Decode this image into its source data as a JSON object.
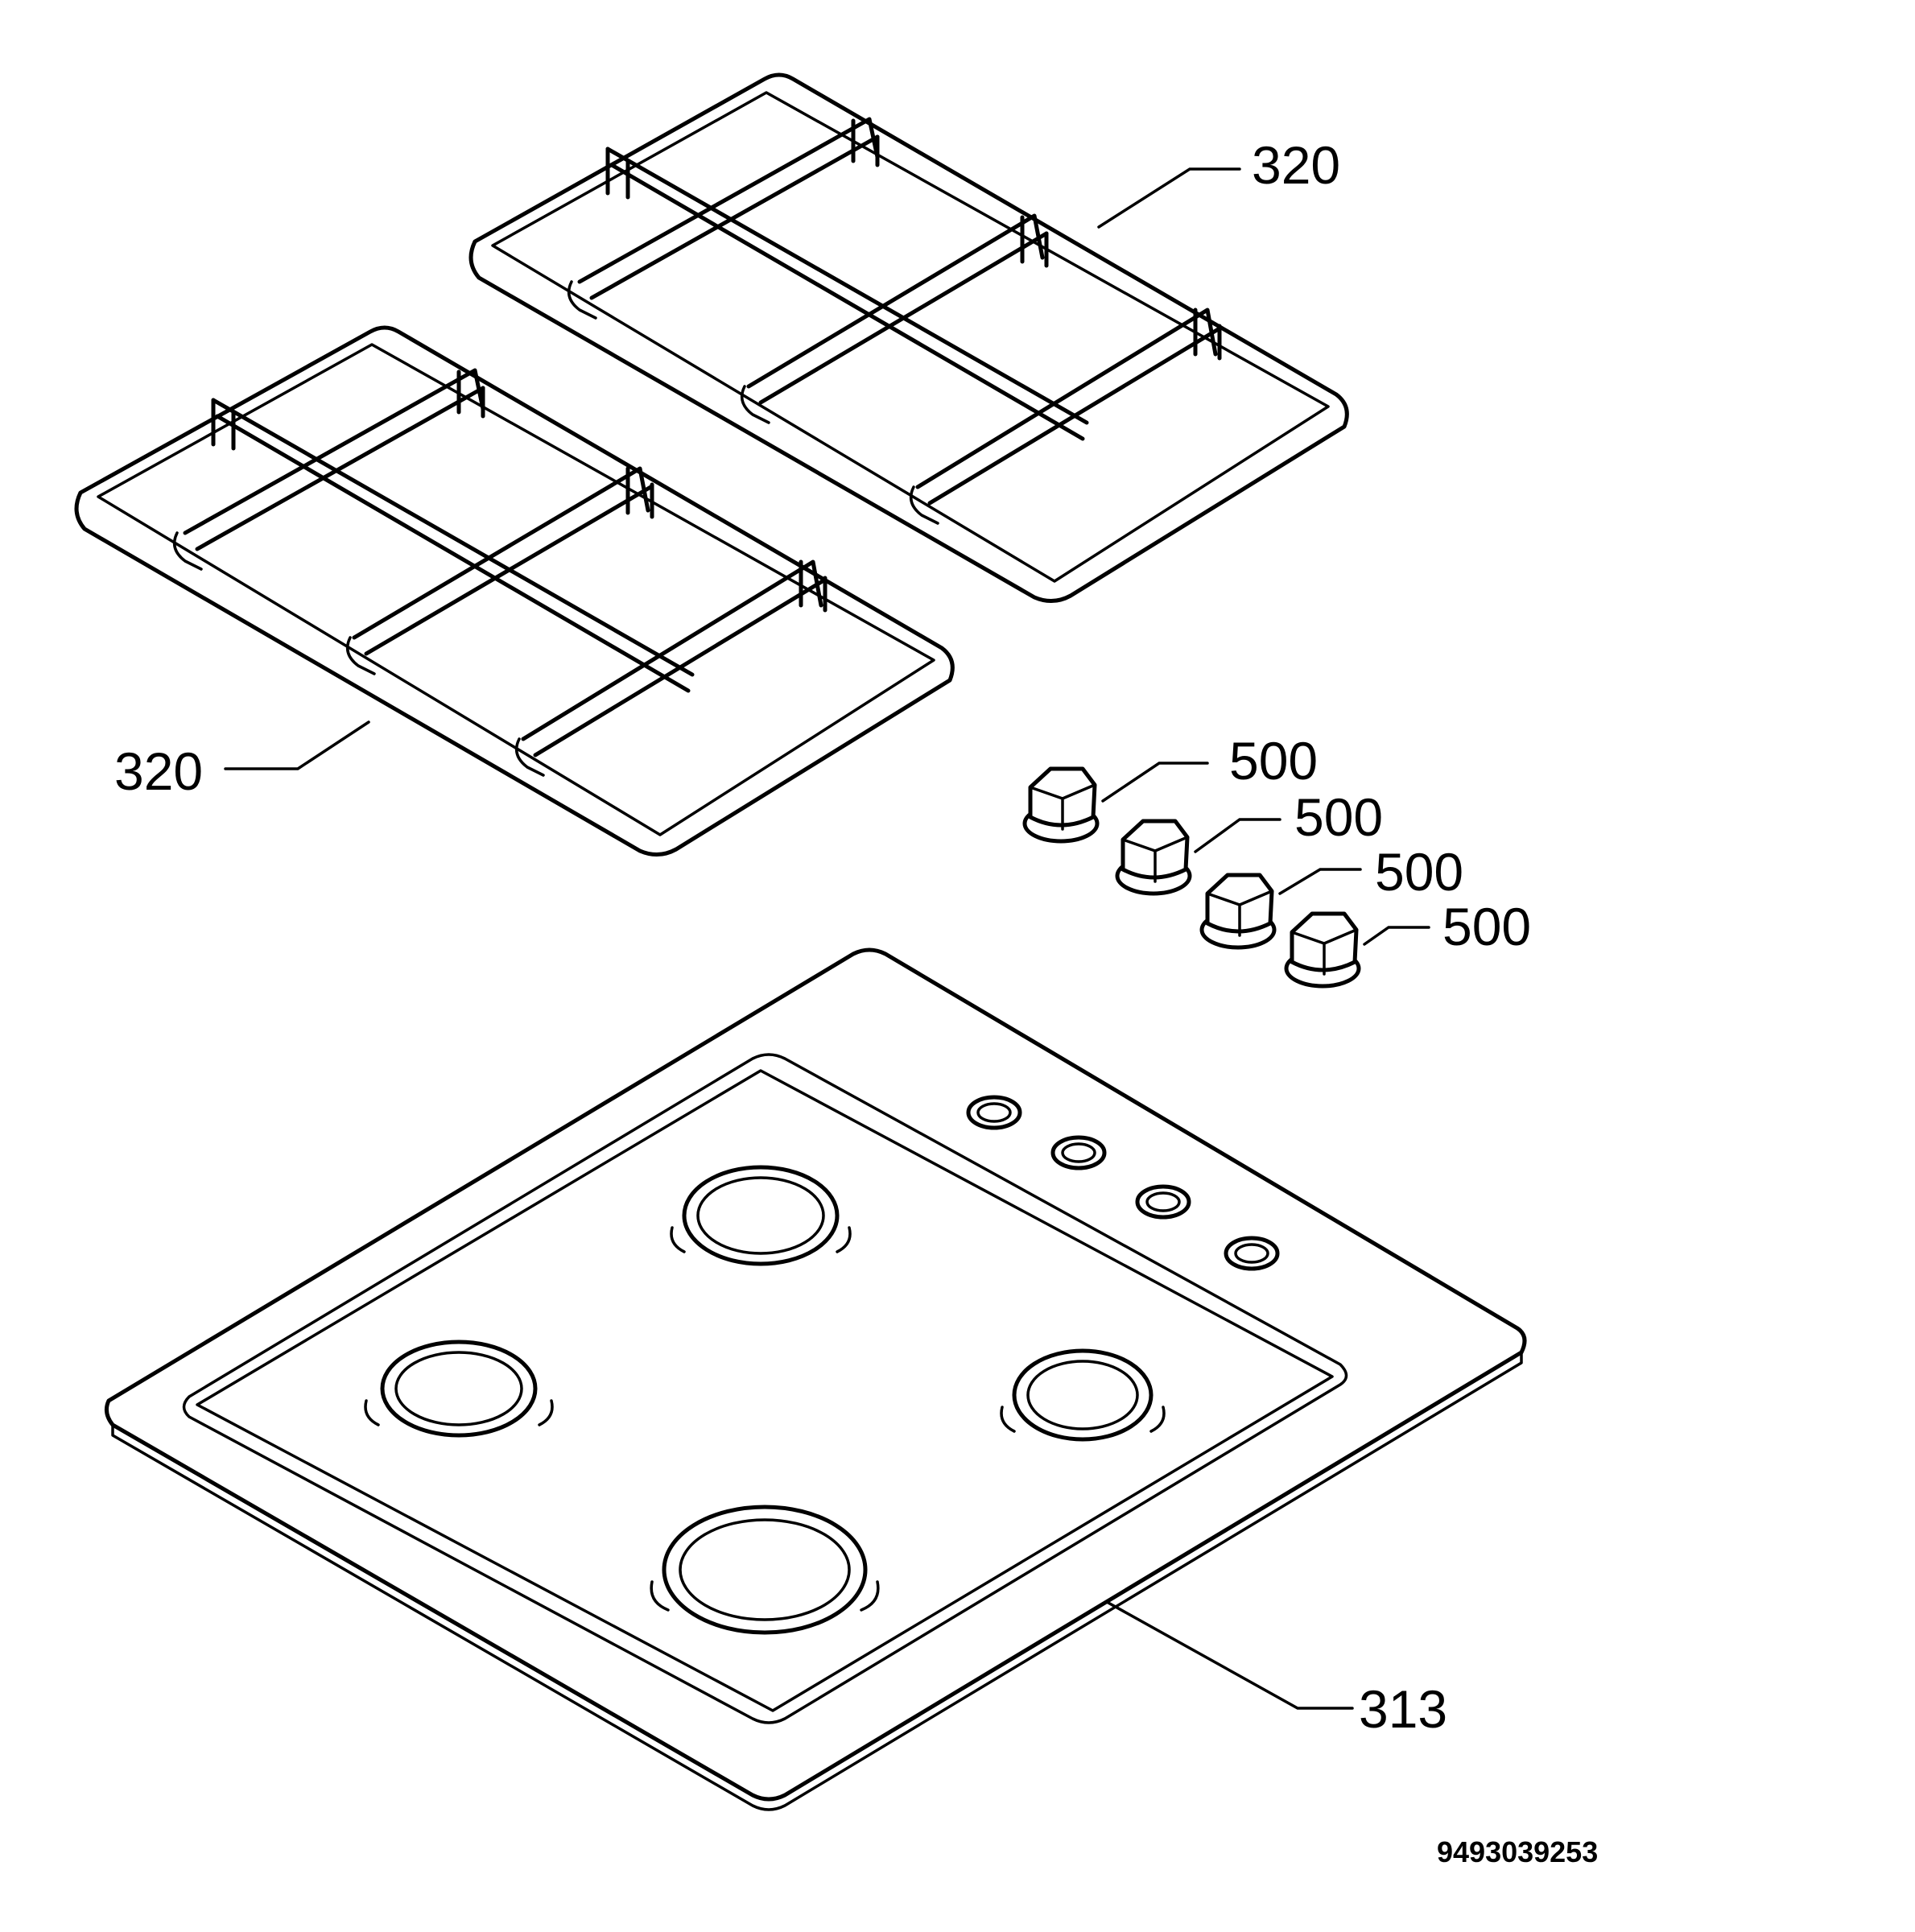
{
  "labels": {
    "grid_top": "320",
    "grid_left": "320",
    "knob_1": "500",
    "knob_2": "500",
    "knob_3": "500",
    "knob_4": "500",
    "hob": "313"
  },
  "document_number": "9493039253"
}
